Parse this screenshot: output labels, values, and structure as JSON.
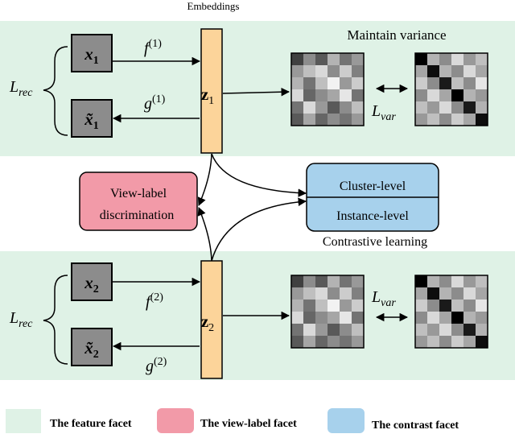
{
  "top_label": "Embeddings",
  "maintain_label": "Maintain variance",
  "contrastive_label": "Contrastive learning",
  "view1": {
    "x_base": "x",
    "x_sub": "1",
    "xt_base": "x̃",
    "xt_sub": "1",
    "f_base": "f",
    "f_sup": "(1)",
    "g_base": "g",
    "g_sup": "(1)",
    "z_base": "z",
    "z_sub": "1",
    "lrec_base": "L",
    "lrec_sub": "rec",
    "lvar_base": "L",
    "lvar_sub": "var"
  },
  "view2": {
    "x_base": "x",
    "x_sub": "2",
    "xt_base": "x̃",
    "xt_sub": "2",
    "f_base": "f",
    "f_sup": "(2)",
    "g_base": "g",
    "g_sup": "(2)",
    "z_base": "z",
    "z_sub": "2",
    "lrec_base": "L",
    "lrec_sub": "rec",
    "lvar_base": "L",
    "lvar_sub": "var"
  },
  "view_label_box": {
    "line1": "View-label",
    "line2": "discrimination"
  },
  "contrast_box": {
    "top": "Cluster-level",
    "bottom": "Instance-level"
  },
  "legend": [
    {
      "label": "The feature facet",
      "color": "#dff2e6"
    },
    {
      "label": "The view-label facet",
      "color": "#f29aa8"
    },
    {
      "label": "The contrast facet",
      "color": "#a7d1ec"
    }
  ],
  "colors": {
    "feature_bg": "#dff2e6",
    "embedding": "#fcd49a",
    "view_label": "#f29aa8",
    "contrast": "#a7d1ec",
    "node": "#8c8c8c"
  },
  "matrices": {
    "m1a": [
      [
        0.25,
        0.55,
        0.35,
        0.7,
        0.45,
        0.6
      ],
      [
        0.6,
        0.75,
        0.85,
        0.55,
        0.8,
        0.5
      ],
      [
        0.7,
        0.45,
        0.75,
        0.95,
        0.6,
        0.8
      ],
      [
        0.85,
        0.4,
        0.55,
        0.65,
        0.9,
        0.45
      ],
      [
        0.45,
        0.85,
        0.6,
        0.35,
        0.55,
        0.75
      ],
      [
        0.35,
        0.65,
        0.4,
        0.55,
        0.45,
        0.6
      ]
    ],
    "m1b": [
      [
        0.0,
        0.7,
        0.55,
        0.85,
        0.6,
        0.75
      ],
      [
        0.65,
        0.05,
        0.7,
        0.55,
        0.85,
        0.65
      ],
      [
        0.8,
        0.55,
        0.1,
        0.75,
        0.55,
        0.9
      ],
      [
        0.55,
        0.85,
        0.65,
        0.0,
        0.7,
        0.6
      ],
      [
        0.75,
        0.6,
        0.85,
        0.55,
        0.1,
        0.7
      ],
      [
        0.6,
        0.75,
        0.55,
        0.8,
        0.65,
        0.05
      ]
    ],
    "m2a": [
      [
        0.25,
        0.55,
        0.35,
        0.7,
        0.45,
        0.6
      ],
      [
        0.6,
        0.75,
        0.85,
        0.55,
        0.8,
        0.5
      ],
      [
        0.7,
        0.45,
        0.75,
        0.95,
        0.6,
        0.8
      ],
      [
        0.85,
        0.4,
        0.55,
        0.65,
        0.9,
        0.45
      ],
      [
        0.45,
        0.85,
        0.6,
        0.35,
        0.55,
        0.75
      ],
      [
        0.35,
        0.65,
        0.4,
        0.55,
        0.45,
        0.6
      ]
    ],
    "m2b": [
      [
        0.0,
        0.7,
        0.55,
        0.85,
        0.6,
        0.75
      ],
      [
        0.65,
        0.05,
        0.7,
        0.55,
        0.85,
        0.65
      ],
      [
        0.8,
        0.55,
        0.1,
        0.75,
        0.55,
        0.9
      ],
      [
        0.55,
        0.85,
        0.65,
        0.0,
        0.7,
        0.6
      ],
      [
        0.75,
        0.6,
        0.85,
        0.55,
        0.1,
        0.7
      ],
      [
        0.6,
        0.75,
        0.55,
        0.8,
        0.65,
        0.05
      ]
    ]
  }
}
